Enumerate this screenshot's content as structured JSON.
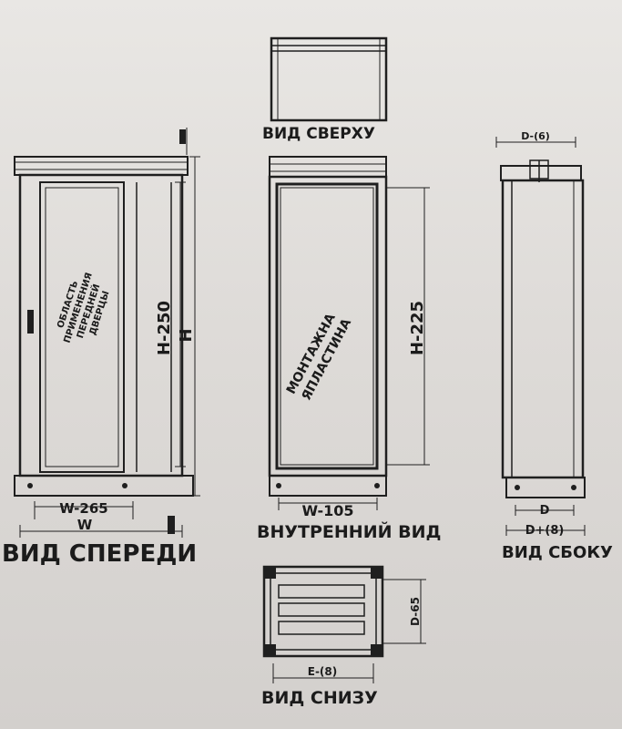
{
  "views": {
    "top": {
      "caption": "ВИД СВЕРХУ"
    },
    "front": {
      "caption": "ВИД СПЕРЕДИ",
      "door_area_note": [
        "ОБЛАСТЬ",
        "ПРИМЕНЕНИЯ",
        "ПЕРЕДНЕЙ",
        "ДВЕРЦЫ"
      ],
      "dim_inner_height": "H-250",
      "dim_height": "H",
      "dim_inner_width": "W-265",
      "dim_width": "W"
    },
    "inner": {
      "caption": "ВНУТРЕННИЙ ВИД",
      "plate_note": [
        "МОНТАЖНА",
        "ЯПЛАСТИНА"
      ],
      "dim_height": "H-225",
      "dim_width": "W-105"
    },
    "side": {
      "caption": "ВИД СБОКУ",
      "dim_top": "D-(6)",
      "dim_bottom_inner": "D",
      "dim_bottom": "D+(8)"
    },
    "bottom": {
      "caption": "ВИД СНИЗУ",
      "dim_width": "E-(8)",
      "dim_depth": "D-65"
    }
  }
}
